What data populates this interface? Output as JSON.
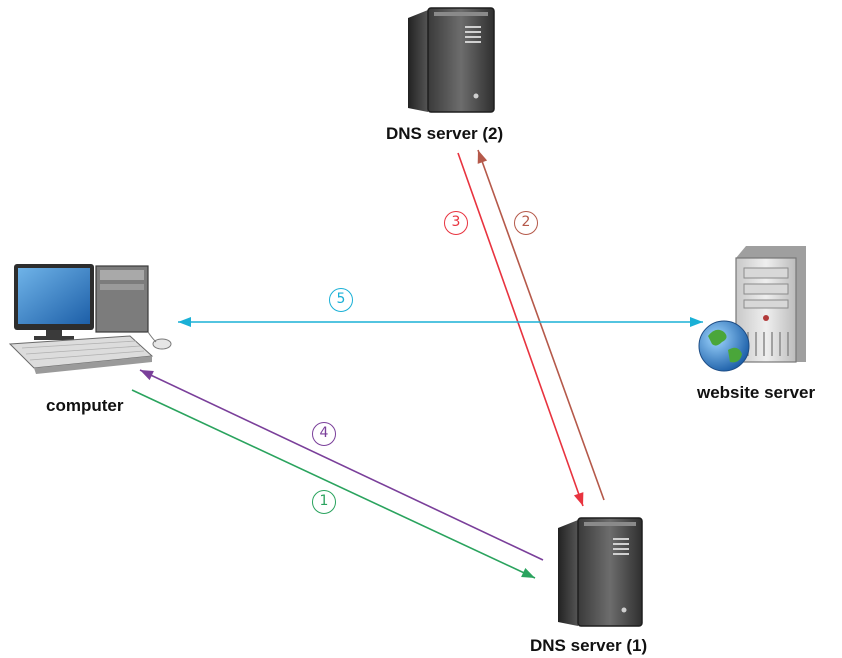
{
  "nodes": {
    "dns2": {
      "label": "DNS server (2)"
    },
    "dns1": {
      "label": "DNS server (1)"
    },
    "computer": {
      "label": "computer"
    },
    "website": {
      "label": "website server"
    }
  },
  "steps": [
    {
      "number": "1",
      "color": "#2aa35e"
    },
    {
      "number": "2",
      "color": "#b5594a"
    },
    {
      "number": "3",
      "color": "#e8333f"
    },
    {
      "number": "4",
      "color": "#7a3f9a"
    },
    {
      "number": "5",
      "color": "#1ab0d6"
    }
  ],
  "icons": {
    "server": "server-tower-icon",
    "computer": "desktop-computer-icon",
    "website": "web-server-globe-icon"
  }
}
